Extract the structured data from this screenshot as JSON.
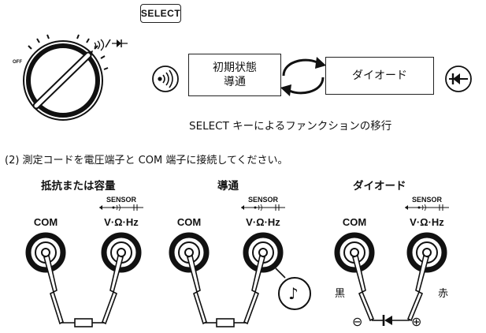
{
  "select_key": "SELECT",
  "states": {
    "initial_state": "初期状態",
    "continuity": "導通",
    "diode": "ダイオード"
  },
  "dial": {
    "off_label": "OFF"
  },
  "caption": "SELECT キーによるファンクションの移行",
  "step2": "(2) 測定コードを電圧端子と COM 端子に接続してください。",
  "panels": [
    {
      "heading": "抵抗または容量",
      "com": "COM",
      "sensor": "SENSOR",
      "volt": "V·Ω·Hz"
    },
    {
      "heading": "導通",
      "com": "COM",
      "sensor": "SENSOR",
      "volt": "V·Ω·Hz"
    },
    {
      "heading": "ダイオード",
      "com": "COM",
      "sensor": "SENSOR",
      "volt": "V·Ω·Hz"
    }
  ],
  "polarity": {
    "black": "黒",
    "red": "赤",
    "minus": "⊖",
    "plus": "⊕"
  },
  "note_glyph": "♪",
  "icons": [
    "rotary-dial-icon",
    "continuity-icon",
    "diode-icon",
    "cycle-arrows-icon",
    "jack-terminal-icon",
    "resistor-icon",
    "probe-icon",
    "beeper-note-icon"
  ]
}
